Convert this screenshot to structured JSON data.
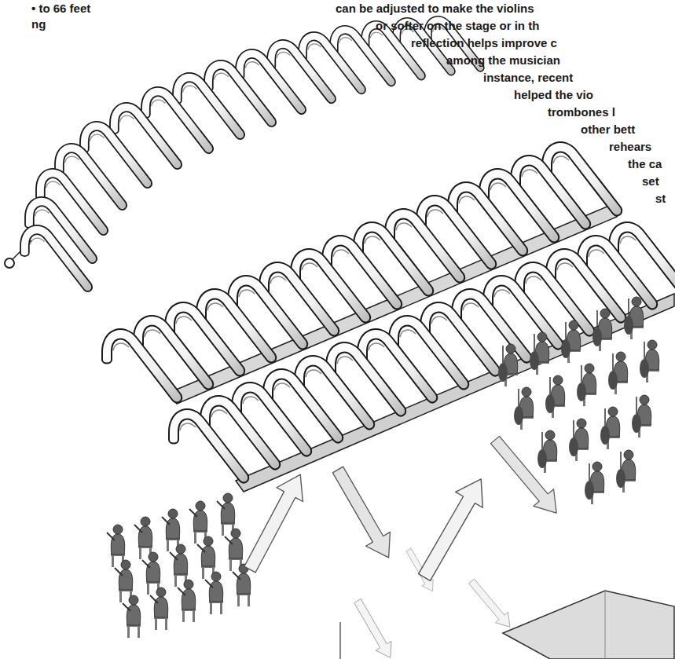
{
  "diagram": {
    "labels": [
      "• to 66 feet",
      "ng",
      "can be adjusted to make the violins",
      "or softer on the stage or in th",
      "reflection helps improve c",
      "among the musician",
      "instance, recent",
      "helped the vio",
      "trombones l",
      "other bett",
      "rehears",
      "the ca",
      "set",
      "st"
    ]
  }
}
